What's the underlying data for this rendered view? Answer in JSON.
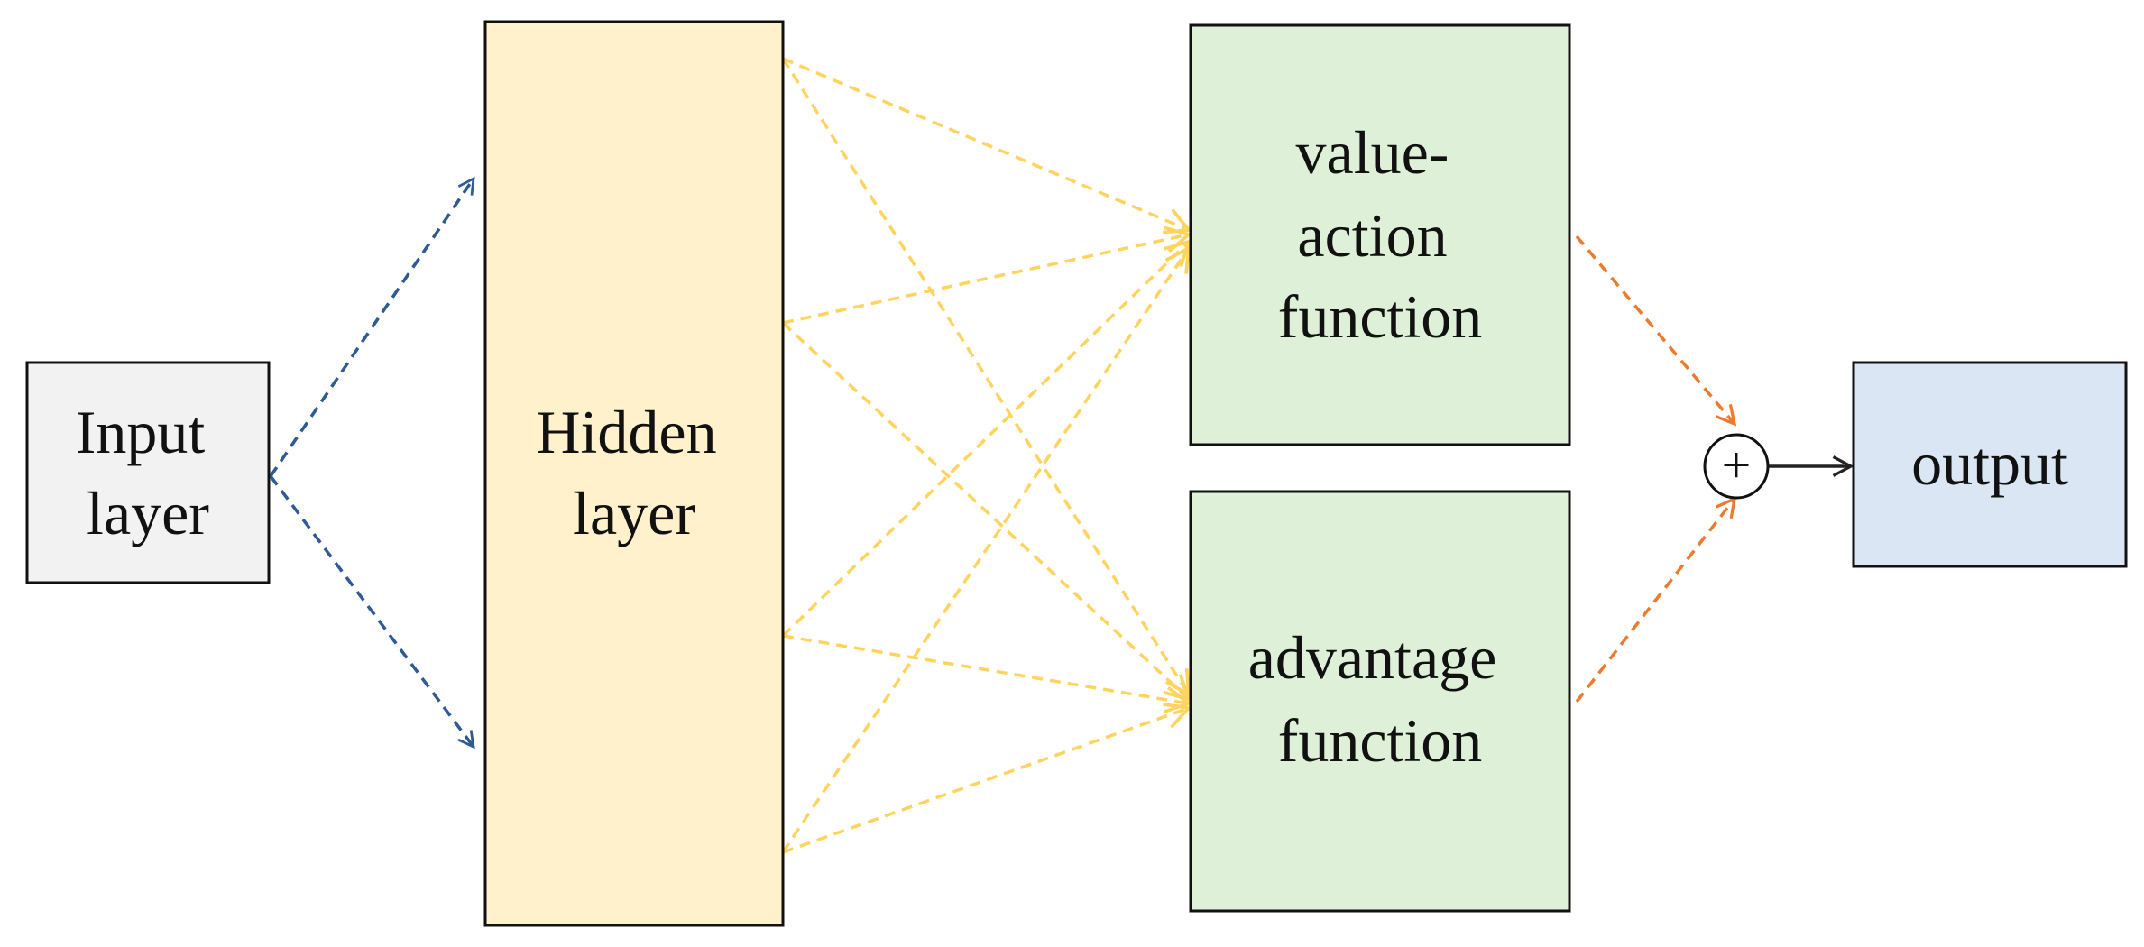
{
  "nodes": {
    "input": {
      "lines": [
        "Input",
        "layer"
      ],
      "fill": "#f2f2f2"
    },
    "hidden": {
      "lines": [
        "Hidden",
        "layer"
      ],
      "fill": "#fff1cc"
    },
    "value": {
      "lines": [
        "value-",
        "action",
        "function"
      ],
      "fill": "#dff0d8"
    },
    "advantage": {
      "lines": [
        "advantage",
        "function"
      ],
      "fill": "#dff0d8"
    },
    "output": {
      "lines": [
        "output"
      ],
      "fill": "#dae6f4"
    }
  },
  "operator": {
    "symbol": "+"
  },
  "colors": {
    "input_edges": "#2e5a95",
    "hidden_edges": "#ffd45e",
    "stream_edges": "#ee7a2e",
    "sum_edge": "#222222",
    "border": "#111111"
  }
}
